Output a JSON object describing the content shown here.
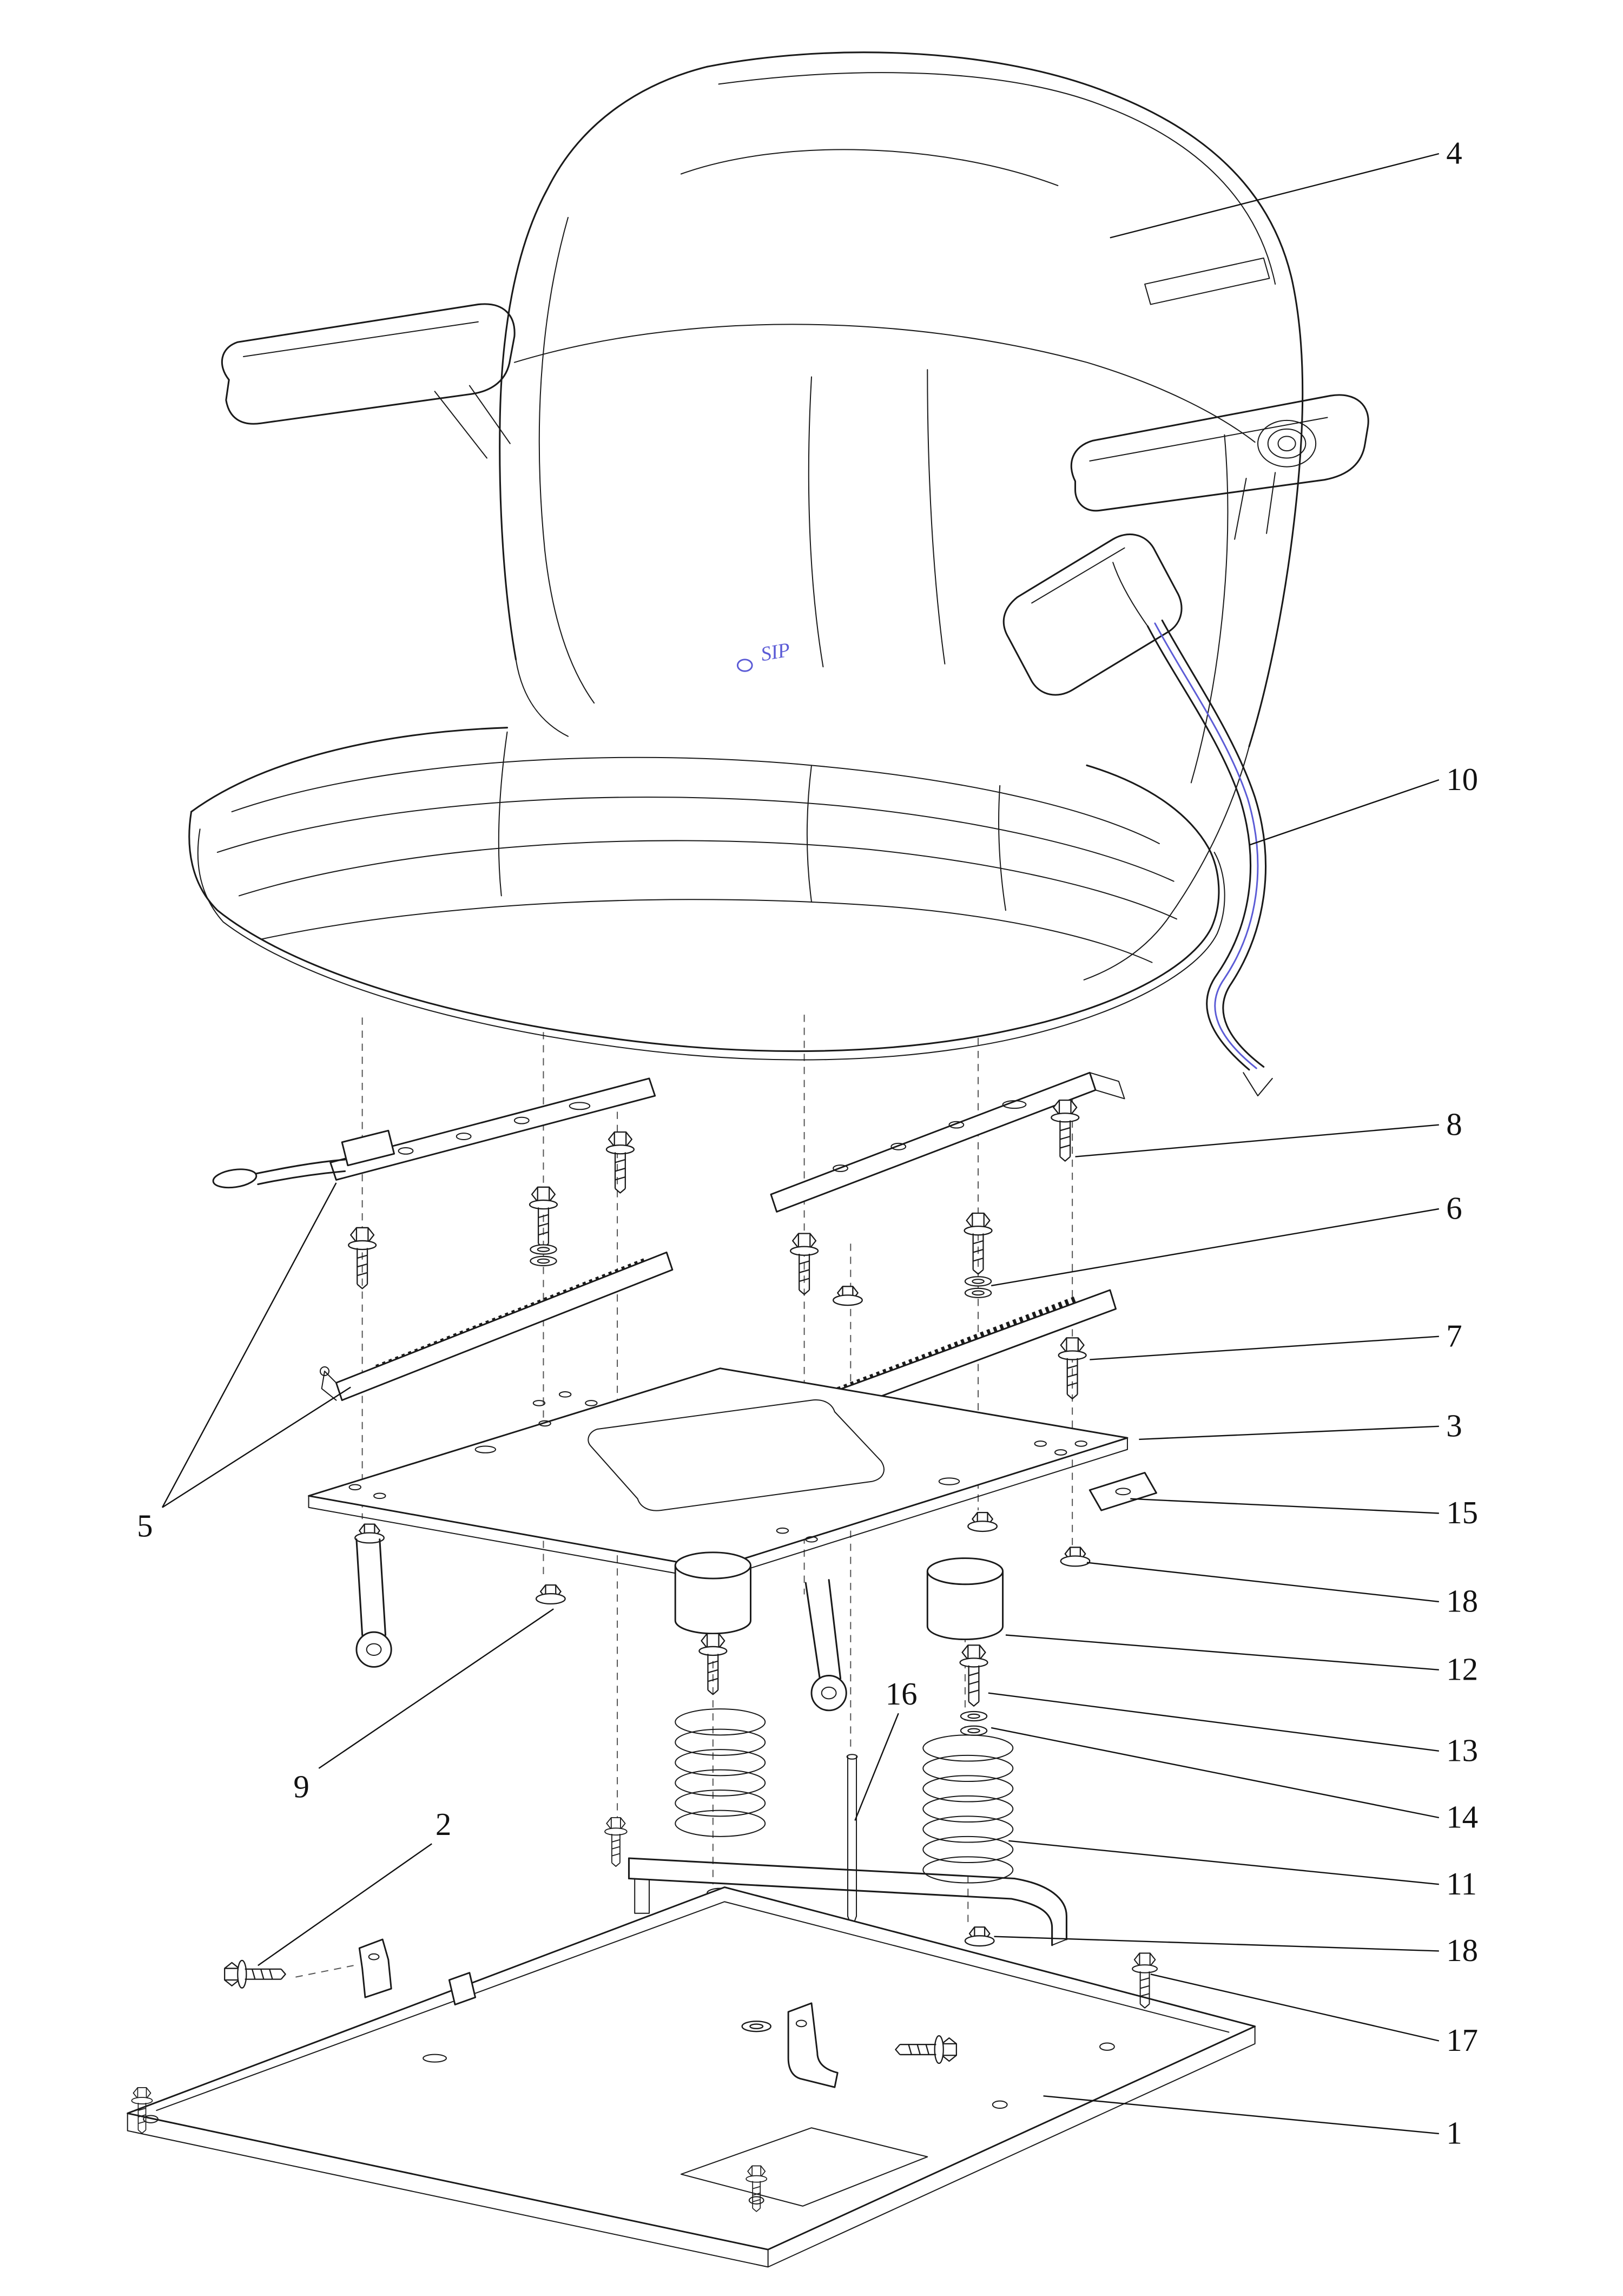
{
  "page": {
    "background": "#ffffff"
  },
  "diagram": {
    "type": "exploded-parts-diagram",
    "watermark": "SIP",
    "callouts": [
      {
        "label": "4"
      },
      {
        "label": "10"
      },
      {
        "label": "8"
      },
      {
        "label": "6"
      },
      {
        "label": "7"
      },
      {
        "label": "3"
      },
      {
        "label": "15"
      },
      {
        "label": "18"
      },
      {
        "label": "12"
      },
      {
        "label": "13"
      },
      {
        "label": "14"
      },
      {
        "label": "11"
      },
      {
        "label": "18"
      },
      {
        "label": "17"
      },
      {
        "label": "1"
      },
      {
        "label": "5"
      },
      {
        "label": "9"
      },
      {
        "label": "2"
      },
      {
        "label": "16"
      }
    ]
  },
  "colors": {
    "line": "#1a1a1a",
    "dash": "#555555",
    "accent_blue": "#5b5bd6",
    "background": "#ffffff"
  }
}
